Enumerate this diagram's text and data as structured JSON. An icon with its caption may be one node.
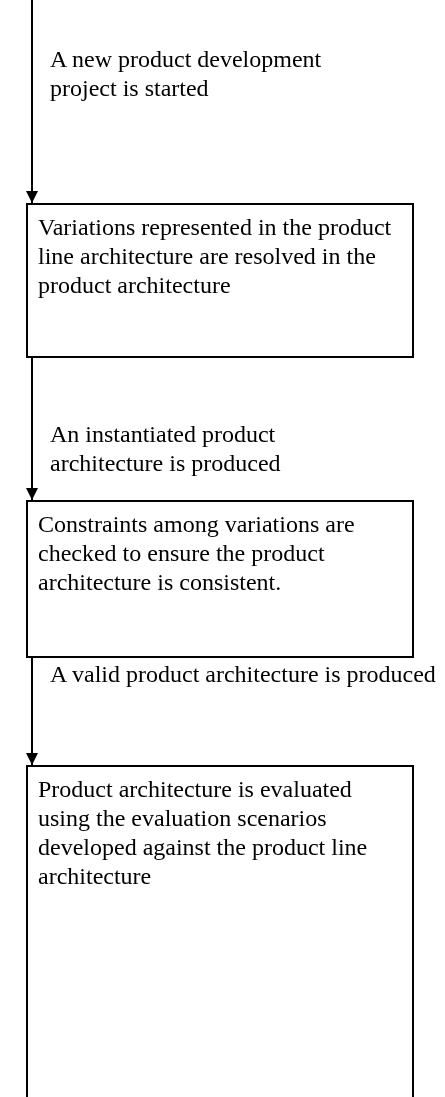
{
  "diagram": {
    "nodes": [
      {
        "text": [
          "Variations represented in the product line architecture are resolved in the product architecture"
        ]
      },
      {
        "text": [
          "Constraints among variations are checked to ensure the product architecture is consistent."
        ]
      },
      {
        "text": [
          "Product architecture is evaluated using the evaluation scenarios developed against the product line architecture"
        ]
      }
    ],
    "edges": [
      {
        "from": null,
        "to": 0,
        "arrow": "to",
        "label": "A new product development project is started"
      },
      {
        "from": 0,
        "to": 1,
        "arrow": "to",
        "label": "An instantiated product architecture is produced"
      },
      {
        "from": 1,
        "to": 2,
        "arrow": "to",
        "label": "A valid product architecture is produced"
      }
    ]
  }
}
